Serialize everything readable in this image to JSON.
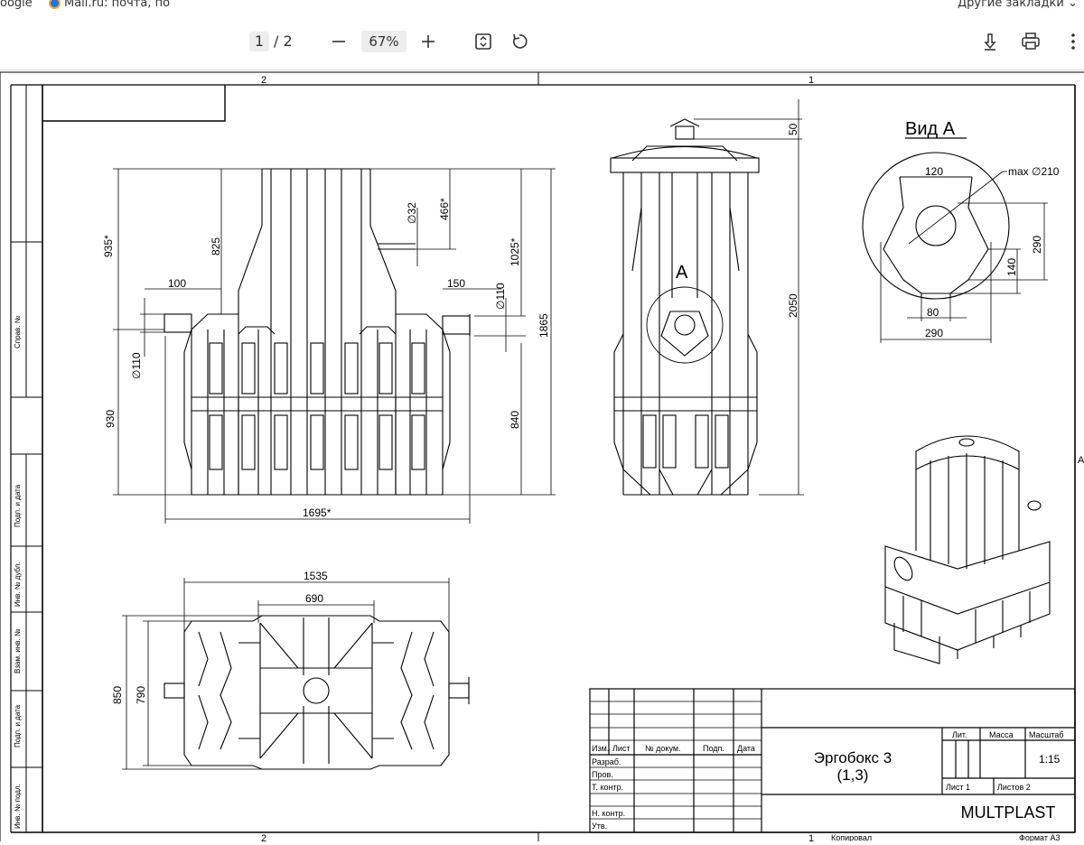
{
  "bookmarks": {
    "left_item": "oogle",
    "mail_item": "Mail.ru: почта, по",
    "right_item": "Другие закладки"
  },
  "toolbar": {
    "current_page": "1",
    "page_separator": "/ 2",
    "zoom": "67%"
  },
  "icons": {
    "zoom_out": "minus-icon",
    "zoom_in": "plus-icon",
    "fit": "fit-page-icon",
    "rotate": "rotate-icon",
    "download": "download-icon",
    "print": "print-icon",
    "more": "more-vertical-icon"
  },
  "drawing": {
    "zone_top_left": "2",
    "zone_top_right": "1",
    "zone_bottom_left": "2",
    "zone_bottom_right": "1",
    "zone_side": "A",
    "side_labels": [
      "Справ. №",
      "Подп. и дата",
      "Инв. № дубл.",
      "Взам. инв. №",
      "Подп. и дата",
      "Инв. № подл."
    ],
    "view_a_title": "Вид А",
    "view_a_marker": "A",
    "dims_front": {
      "d935": "935*",
      "d825": "825",
      "d32": "∅32",
      "d466": "466*",
      "d1025": "1025*",
      "d1865": "1865",
      "d100": "100",
      "d150": "150",
      "d110a": "∅110",
      "d110b": "∅110",
      "d930": "930",
      "d840": "840",
      "d1695": "1695*"
    },
    "dims_side": {
      "d50": "50",
      "d2050": "2050"
    },
    "dims_view_a": {
      "d120": "120",
      "dmax": "max ∅210",
      "d290v": "290",
      "d140": "140",
      "d80": "80",
      "d290h": "290"
    },
    "dims_plan": {
      "d1535": "1535",
      "d690": "690",
      "d850": "850",
      "d790": "790"
    },
    "title_block": {
      "izm": "Изм.",
      "list": "Лист",
      "docnum": "№ докум.",
      "podp": "Подп.",
      "data": "Дата",
      "razrab": "Разраб.",
      "prov": "Пров.",
      "tkontr": "Т. контр.",
      "nkontr": "Н. контр.",
      "utv": "Утв.",
      "product_name": "Эргобокс 3",
      "product_sub": "(1,3)",
      "lit": "Лит.",
      "massa": "Масса",
      "masshtab": "Масштаб",
      "scale": "1:15",
      "sheet": "Лист 1",
      "sheets": "Листов 2",
      "company": "MULTPLAST",
      "copied": "Копировал",
      "format": "Формат А3"
    }
  }
}
